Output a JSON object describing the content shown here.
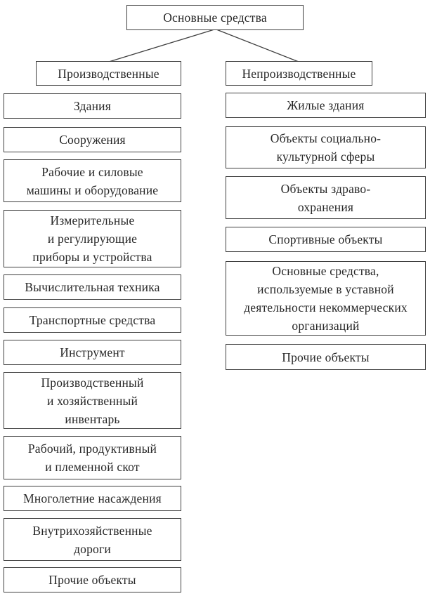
{
  "diagram": {
    "title": "Основные средства",
    "colors": {
      "background": "#ffffff",
      "border": "#3f3f3f",
      "line": "#3f3f3f",
      "text": "#272727"
    },
    "root": {
      "label": "Основные средства"
    },
    "branches": [
      {
        "label": "Производственные",
        "items": [
          {
            "text": "Здания"
          },
          {
            "text": "Сооружения"
          },
          {
            "text": "Рабочие и силовые\nмашины и оборудование"
          },
          {
            "text": "Измерительные\nи регулирующие\nприборы и устройства"
          },
          {
            "text": "Вычислительная техника"
          },
          {
            "text": "Транспортные средства"
          },
          {
            "text": "Инструмент"
          },
          {
            "text": "Производственный\nи хозяйственный\nинвентарь"
          },
          {
            "text": "Рабочий, продуктивный\nи племенной скот"
          },
          {
            "text": "Многолетние насаждения"
          },
          {
            "text": "Внутрихозяйственные\nдороги"
          },
          {
            "text": "Прочие объекты"
          }
        ]
      },
      {
        "label": "Непроизводственные",
        "items": [
          {
            "text": "Жилые здания"
          },
          {
            "text": "Объекты социально-\nкультурной сферы"
          },
          {
            "text": "Объекты здраво-\nохранения"
          },
          {
            "text": "Спортивные объекты"
          },
          {
            "text": "Основные средства,\nиспользуемые в уставной\nдеятельности некоммерческих\nорганизаций"
          },
          {
            "text": "Прочие объекты"
          }
        ]
      }
    ]
  }
}
